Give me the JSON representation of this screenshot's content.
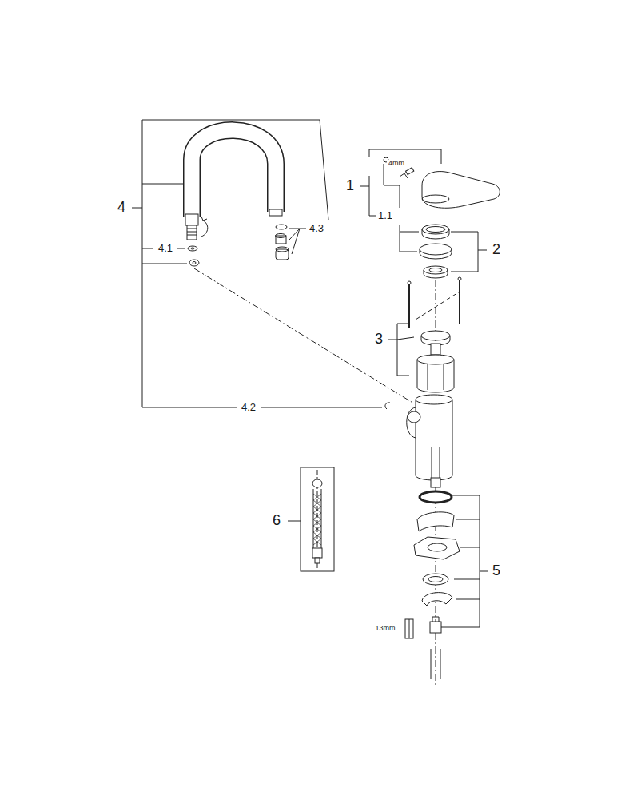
{
  "diagram": {
    "labels": [
      "4",
      "4.3",
      "4.1",
      "4.2",
      "1",
      "4mm",
      "1.1",
      "2",
      "3",
      "6",
      "5",
      "13mm"
    ]
  }
}
